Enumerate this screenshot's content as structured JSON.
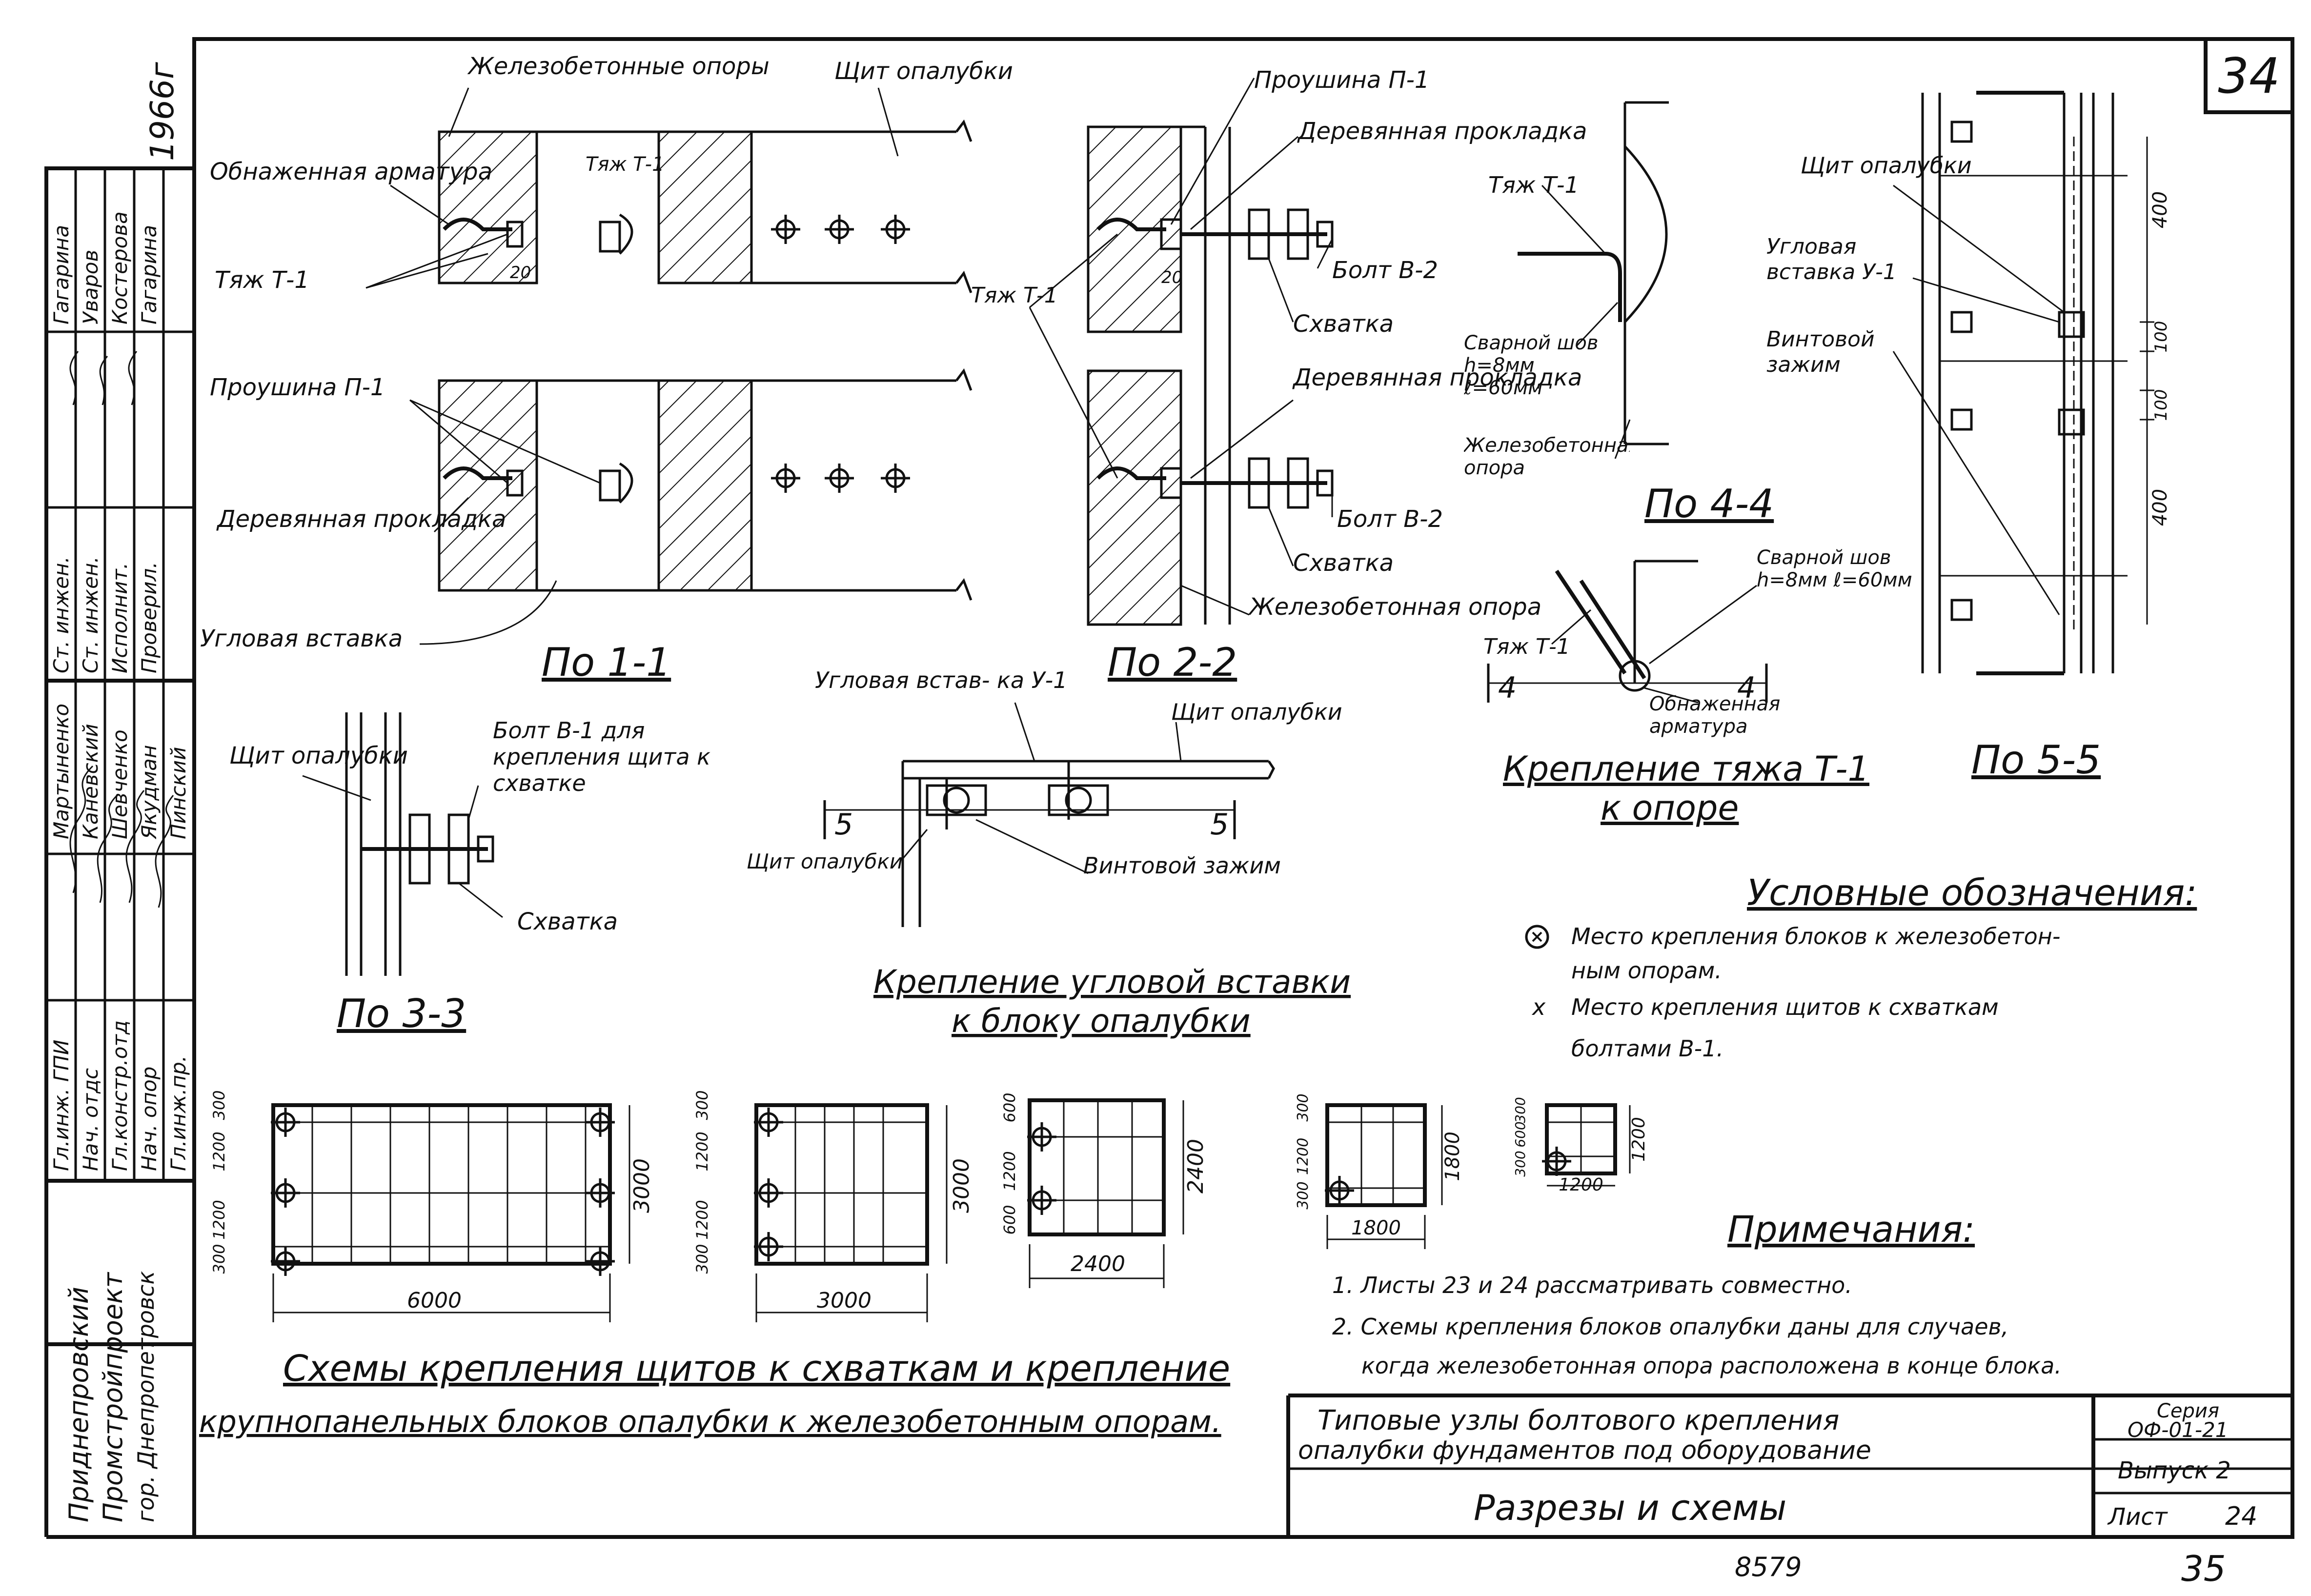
{
  "page_number": "34",
  "year_note": "1966г",
  "footer": {
    "code": "8579",
    "page_right": "35"
  },
  "organization": {
    "lines": [
      "Приднепровский",
      "Промстройпроект",
      "гор. Днепропетровск"
    ]
  },
  "staff_table": {
    "rows": [
      {
        "role": "Гл.инж. ГПИ",
        "name": "Мартыненко",
        "sign_role": "Ст. инжен.",
        "sign_name": "Гагарина"
      },
      {
        "role": "Нач. отдс",
        "name": "Каневский",
        "sign_role": "Ст. инжен.",
        "sign_name": "Уваров"
      },
      {
        "role": "Гл.констр.отд",
        "name": "Шевченко",
        "sign_role": "Исполнит.",
        "sign_name": "Костерова"
      },
      {
        "role": "Нач. опор",
        "name": "Якудман",
        "sign_role": "Проверил.",
        "sign_name": "Гагарина"
      },
      {
        "role": "Гл.инж.пр.",
        "name": "Пинский",
        "sign_role": "",
        "sign_name": ""
      }
    ]
  },
  "section_1_1": {
    "title": "По 1-1",
    "labels": {
      "supports": "Железобетонные опоры",
      "shield": "Щит опалубки",
      "exposed_rebar": "Обнаженная арматура",
      "tie_rod_a": "Тяж Т-1",
      "tie_rod_b": "Тяж Т-1",
      "lug": "Проушина П-1",
      "wood_pad": "Деревянная прокладка",
      "corner_insert": "Угловая вставка",
      "dim_20": "20"
    }
  },
  "section_2_2": {
    "title": "По 2-2",
    "labels": {
      "lug": "Проушина П-1",
      "wood_pad_top": "Деревянная прокладка",
      "tie_rod": "Тяж Т-1",
      "bolt_top": "Болт В-2",
      "clamp_top": "Схватка",
      "wood_pad_bottom": "Деревянная прокладка",
      "bolt_bottom": "Болт В-2",
      "clamp_bottom": "Схватка",
      "support": "Железобетонная опора",
      "dim_20": "20"
    }
  },
  "section_3_3": {
    "title": "По 3-3",
    "labels": {
      "shield": "Щит опалубки",
      "bolt": "Болт В-1 для крепления щита к схватке",
      "clamp": "Схватка"
    }
  },
  "corner_detail": {
    "title_line1": "Крепление угловой вставки",
    "title_line2": "к блоку опалубки",
    "labels": {
      "corner_insert": "Угловая встав- ка У-1",
      "shield_top": "Щит опалубки",
      "shield_left": "Щит опалубки",
      "screw_clamp": "Винтовой зажим",
      "cut_left": "5",
      "cut_right": "5"
    }
  },
  "section_4_4": {
    "title": "По 4-4",
    "labels": {
      "tie_rod": "Тяж Т-1",
      "weld": "Сварной шов h=8мм ℓ=60мм",
      "support": "Железобетонная опора"
    }
  },
  "tie_rod_detail": {
    "title_line1": "Крепление тяжа Т-1",
    "title_line2": "к опоре",
    "labels": {
      "tie_rod": "Тяж Т-1",
      "weld": "Сварной шов h=8мм ℓ=60мм",
      "exposed_rebar": "Обнаженная арматура",
      "cut_left": "4",
      "cut_right": "4"
    }
  },
  "section_5_5": {
    "title": "По 5-5",
    "labels": {
      "shield": "Щит опалубки",
      "corner_insert": "Угловая вставка У-1",
      "screw_clamp": "Винтовой зажим"
    },
    "dims": [
      "400",
      "100",
      "100",
      "400"
    ]
  },
  "legend": {
    "title": "Условные обозначения:",
    "items": [
      {
        "symbol": "⊗",
        "text_line1": "Место крепления блоков к железобетон-",
        "text_line2": "ным опорам."
      },
      {
        "symbol": "x",
        "text_line1": "Место крепления щитов к схваткам",
        "text_line2": "болтами В-1."
      }
    ]
  },
  "schemes": {
    "title_line1": "Схемы крепления щитов к схваткам и крепление",
    "title_line2": "крупнопанельных блоков опалубки к железобетонным опорам.",
    "items": [
      {
        "width_label": "6000",
        "height_label": "3000",
        "side_dims": [
          "300",
          "1200",
          "1200",
          "300"
        ]
      },
      {
        "width_label": "3000",
        "height_label": "3000",
        "side_dims": [
          "300",
          "1200",
          "1200",
          "300"
        ]
      },
      {
        "width_label": "2400",
        "height_label": "2400",
        "side_dims": [
          "600",
          "1200",
          "600"
        ]
      },
      {
        "width_label": "1800",
        "height_label": "1800",
        "side_dims": [
          "300",
          "1200",
          "300"
        ]
      },
      {
        "width_label": "1200",
        "height_label": "1200",
        "side_dims": [
          "300",
          "600",
          "300"
        ]
      }
    ]
  },
  "notes": {
    "title": "Примечания:",
    "items": [
      "1. Листы 23 и 24 рассматривать совместно.",
      "2. Схемы крепления блоков опалубки даны для случаев,",
      "когда железобетонная опора расположена в конце блока."
    ]
  },
  "title_block": {
    "title_line1": "Типовые узлы болтового крепления",
    "title_line2": "опалубки фундаментов под оборудование",
    "subtitle": "Разрезы и схемы",
    "series_label": "Серия",
    "series_value": "ОФ-01-21",
    "issue_label": "Выпуск 2",
    "sheet_label": "Лист",
    "sheet_value": "24"
  }
}
